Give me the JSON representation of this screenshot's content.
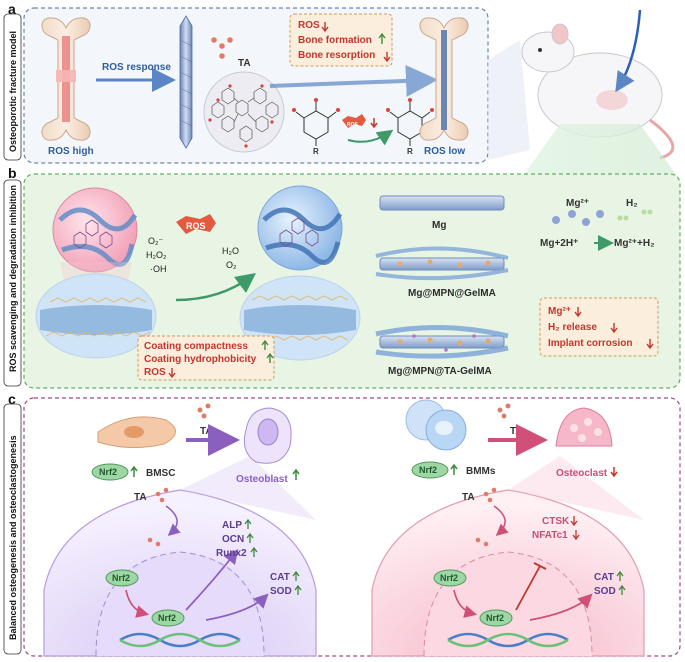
{
  "panels": {
    "a": {
      "letter": "a",
      "side_label": "Osteoporotic fracture model",
      "ros_high": "ROS high",
      "ros_low": "ROS low",
      "ros_response": "ROS response",
      "ta": "TA",
      "callout": {
        "line1": "ROS",
        "line2": "Bone formation",
        "line3": "Bone resorption"
      },
      "r_left": "R",
      "r_right": "R",
      "ros_badge": "ROS"
    },
    "b": {
      "letter": "b",
      "side_label": "ROS scavenging and degradation inhibition",
      "ros_badge": "ROS",
      "species": [
        "O₂⁻",
        "H₂O₂",
        "·OH"
      ],
      "products": [
        "H₂O",
        "O₂"
      ],
      "callout": {
        "line1": "Coating compactness",
        "line2": "Coating hydrophobicity",
        "line3": "ROS"
      },
      "mg": "Mg",
      "mg_mpn_gelma": "Mg@MPN@GelMA",
      "mg_mpn_ta_gelma": "Mg@MPN@TA-GelMA",
      "ion_label": "Mg²⁺",
      "h2_label": "H₂",
      "reaction_left": "Mg+2H⁺",
      "reaction_right": "Mg²⁺+H₂",
      "right_callout": {
        "line1": "Mg²⁺",
        "line2": "H₂ release",
        "line3": "Implant corrosion"
      }
    },
    "c": {
      "letter": "c",
      "side_label": "Balanced osteogenesis and osteoclastogenesis",
      "ta_left": "TA",
      "ta_right": "TA",
      "nrf2": "Nrf2",
      "bmsc": "BMSC",
      "bmms": "BMMs",
      "osteoblast": "Osteoblast",
      "osteoclast": "Osteoclast",
      "ta_inner_left": "TA",
      "ta_inner_right": "TA",
      "left_genes": [
        "ALP",
        "OCN",
        "Runx2"
      ],
      "right_genes": [
        "CTSK",
        "NFATc1"
      ],
      "enzymes": [
        "CAT",
        "SOD"
      ]
    }
  },
  "colors": {
    "panel_a_border": "#6a84b8",
    "panel_b_bg": "#e8f5e4",
    "panel_b_border": "#5fae5f",
    "panel_c_border": "#a04a88",
    "callout_bg": "#fbeedd",
    "callout_border": "#d09a55",
    "up_arrow": "#3d8b3d",
    "down_arrow": "#c2362b",
    "nrf2_fill": "#9fd6a6"
  }
}
